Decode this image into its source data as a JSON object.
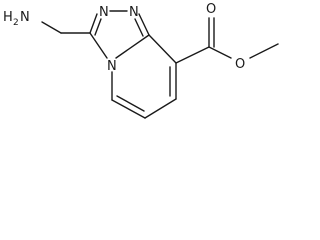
{
  "molecule": {
    "atoms": {
      "amine_H": "H",
      "amine_2": "2",
      "amine_N": "N",
      "n1": "N",
      "n2": "N",
      "n_bridge": "N",
      "carbonyl_O": "O",
      "ester_O": "O"
    },
    "colors": {
      "bond": "#1a1a1a",
      "background": "#ffffff"
    }
  }
}
